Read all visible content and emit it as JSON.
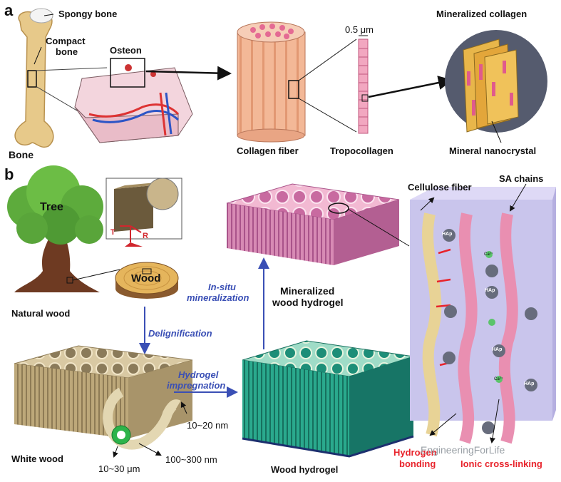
{
  "panel_a": {
    "label": "a",
    "spongy_bone": "Spongy bone",
    "compact_bone_1": "Compact",
    "compact_bone_2": "bone",
    "osteon": "Osteon",
    "bone": "Bone",
    "collagen_fiber": "Collagen fiber",
    "scale": "0.5 μm",
    "tropocollagen": "Tropocollagen",
    "mineralized_collagen": "Mineralized collagen",
    "mineral_nanocrystal": "Mineral nanocrystal"
  },
  "panel_b": {
    "label": "b",
    "tree": "Tree",
    "wood": "Wood",
    "t": "T",
    "r": "R",
    "natural_wood": "Natural wood",
    "delignification": "Delignification",
    "white_wood": "White wood",
    "size_small": "10~20 nm",
    "size_mid": "100~300 nm",
    "size_large": "10~30 μm",
    "hydrogel_impregnation_1": "Hydrogel",
    "hydrogel_impregnation_2": "impregnation",
    "wood_hydrogel": "Wood hydrogel",
    "insitu_1": "In-situ",
    "insitu_2": "mineralization",
    "mineralized_wood_hydrogel_1": "Mineralized",
    "mineralized_wood_hydrogel_2": "wood hydrogel",
    "cellulose_fiber": "Cellulose fiber",
    "sa_chains": "SA chains",
    "hap": "HAp",
    "ca": "Ca²⁺",
    "h_bonding_1": "Hydrogen",
    "h_bonding_2": "bonding",
    "ionic": "Ionic cross-linking",
    "watermark": "EngineeringForLife"
  },
  "colors": {
    "bone": "#e7c98a",
    "collagen": "#f0b08f",
    "pink": "#e46a93",
    "hydrogel": "#2fb79a",
    "white_wood": "#cdb991",
    "arrow_blue": "#3a4fb5",
    "red": "#e8232b"
  }
}
